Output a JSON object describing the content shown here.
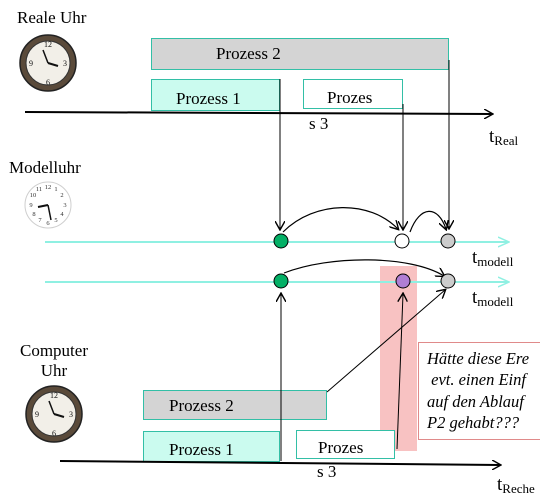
{
  "real_clock": {
    "label": "Reale Uhr",
    "process_2": "Prozess 2",
    "process_1": "Prozess 1",
    "process_3_line1": "Prozes",
    "process_3_line2": "s 3",
    "axis_t": "t",
    "axis_sub": "Real"
  },
  "model_clock": {
    "label": "Modelluhr",
    "axis1_t": "t",
    "axis1_sub": "modell",
    "axis2_t": "t",
    "axis2_sub": "modell"
  },
  "computer_clock": {
    "label_line1": "Computer",
    "label_line2": "Uhr",
    "process_2": "Prozess 2",
    "process_1": "Prozess 1",
    "process_3_line1": "Prozes",
    "process_3_line2": "s 3",
    "axis_t": "t",
    "axis_sub": "Reche"
  },
  "note": {
    "lines": [
      "Hätte diese Ere",
      " evt. einen Einf",
      "auf den Ablauf",
      "P2 gehabt???"
    ]
  },
  "colors": {
    "green": "#04b066",
    "purple": "#b07ed4",
    "gray_dot": "#cccccc",
    "cyan_axis": "#8ff0e2",
    "highlight": "#f7b7b7"
  }
}
